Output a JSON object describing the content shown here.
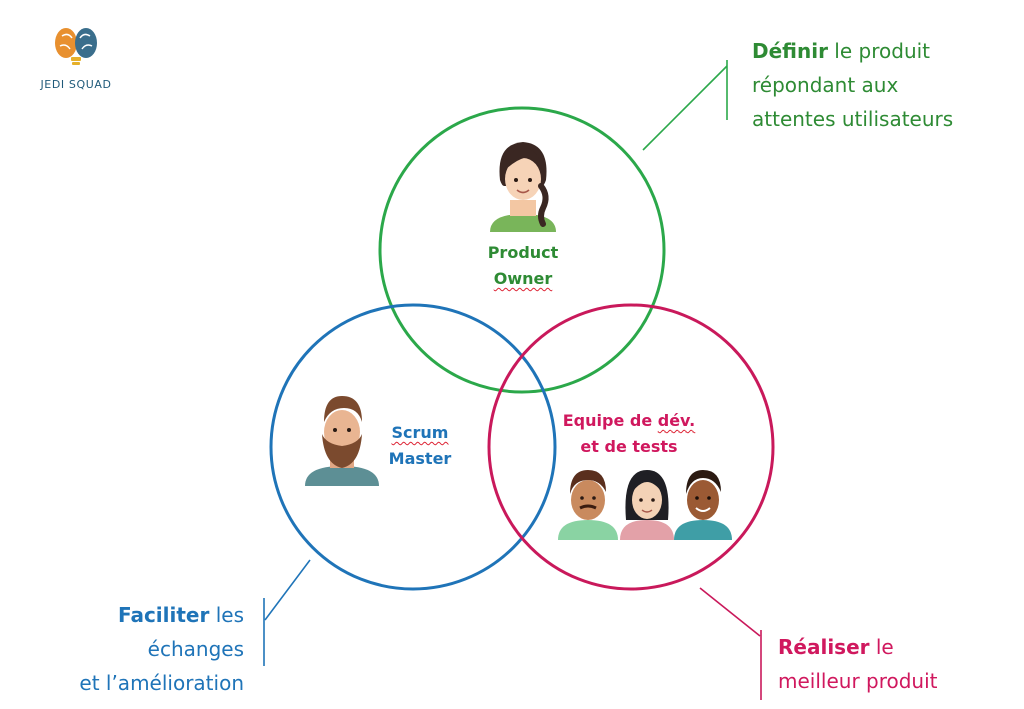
{
  "logo": {
    "name": "JEDI SQUAD"
  },
  "roles": {
    "product_owner": {
      "line1": "Product",
      "line2": "Owner"
    },
    "scrum_master": {
      "line1": "Scrum",
      "line2": "Master"
    },
    "dev_team": {
      "line1_a": "Equipe de ",
      "line1_b": "dév.",
      "line2": "et de tests"
    }
  },
  "callouts": {
    "product_owner": {
      "strong": "Définir",
      "rest1": " le produit",
      "line2": "répondant  aux",
      "line3": "attentes utilisateurs"
    },
    "scrum_master": {
      "strong": "Faciliter",
      "rest1": " les échanges",
      "line2": "et l’amélioration"
    },
    "dev_team": {
      "strong": "Réaliser",
      "rest1": " le",
      "line2": "meilleur produit"
    }
  },
  "colors": {
    "green": "#2e8b34",
    "blue": "#1f74b8",
    "red": "#d0185e"
  }
}
